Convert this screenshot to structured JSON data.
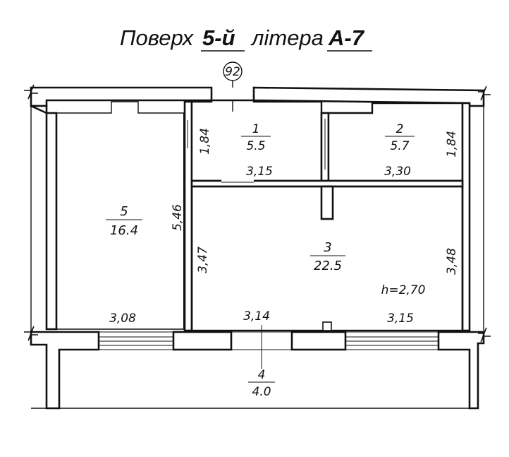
{
  "title": {
    "prefix": "Поверх",
    "floor": "5-й",
    "middle": "літера",
    "letter": "А-7"
  },
  "marker": "92",
  "rooms": [
    {
      "id": "1",
      "number": "1",
      "area": "5.5"
    },
    {
      "id": "2",
      "number": "2",
      "area": "5.7"
    },
    {
      "id": "3",
      "number": "3",
      "area": "22.5"
    },
    {
      "id": "4",
      "number": "4",
      "area": "4.0"
    },
    {
      "id": "5",
      "number": "5",
      "area": "16.4"
    }
  ],
  "dimensions": {
    "room1_height": "1,84",
    "room1_width": "3,15",
    "room2_height": "1,84",
    "room2_width": "3,30",
    "room3_left": "3,47",
    "room3_right": "3,48",
    "room3_bottom_left": "3,14",
    "room3_bottom_right": "3,15",
    "room5_height": "5,46",
    "room5_width": "3,08"
  },
  "ceiling_height": "h=2,70",
  "colors": {
    "ink": "#111111",
    "paper": "#ffffff"
  }
}
